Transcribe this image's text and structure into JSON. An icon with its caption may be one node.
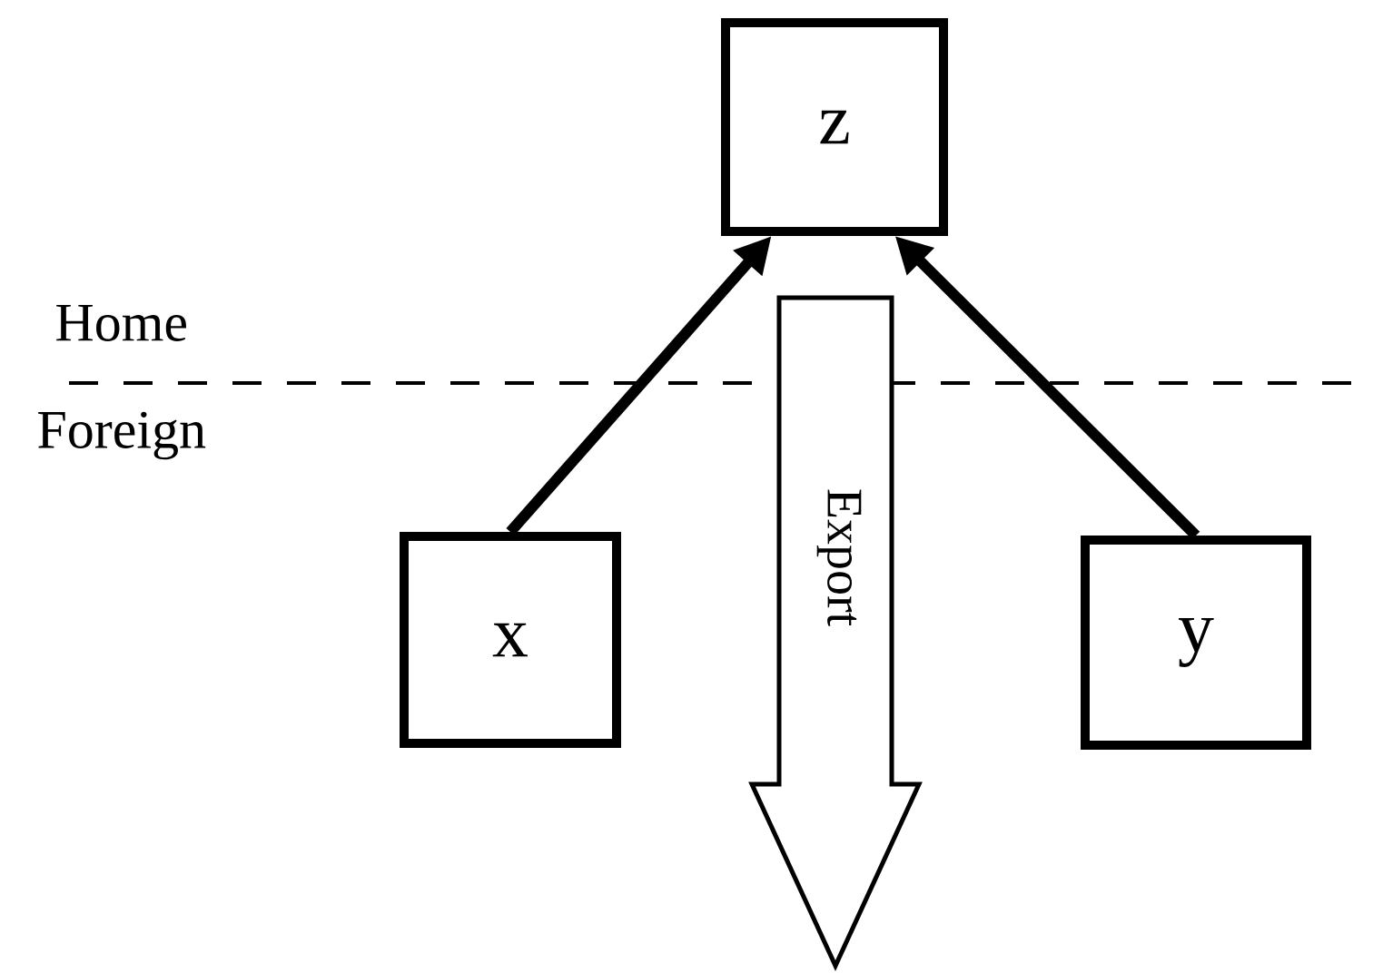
{
  "diagram": {
    "nodes": [
      {
        "text": [
          "z"
        ]
      },
      {
        "text": [
          "x"
        ]
      },
      {
        "text": [
          "y"
        ]
      },
      {
        "text": [
          "Export"
        ]
      }
    ],
    "edges": [
      {
        "from": 1,
        "to": 0,
        "arrow": "to"
      },
      {
        "from": 2,
        "to": 0,
        "arrow": "to"
      }
    ],
    "labels": [
      "Home",
      "Foreign"
    ]
  }
}
